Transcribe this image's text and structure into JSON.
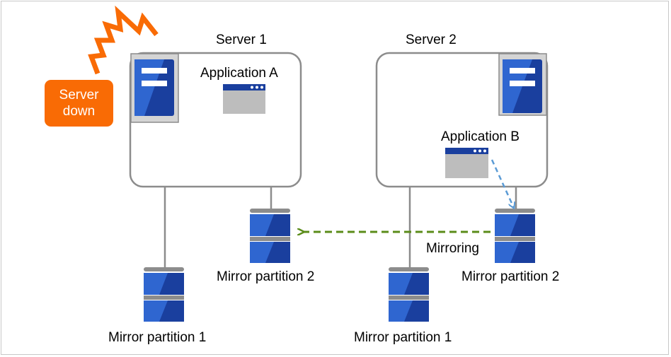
{
  "servers": {
    "server1": {
      "title": "Server 1",
      "app_label": "Application A"
    },
    "server2": {
      "title": "Server 2",
      "app_label": "Application B"
    }
  },
  "alert": {
    "line1": "Server",
    "line2": "down"
  },
  "disks": {
    "s1_mirror1": "Mirror partition 1",
    "s1_mirror2": "Mirror partition 2",
    "s2_mirror1": "Mirror partition 1",
    "s2_mirror2": "Mirror partition 2"
  },
  "flow": {
    "mirroring_label": "Mirroring"
  },
  "colors": {
    "server_blue": "#1a3f9e",
    "server_blue_light": "#2f66d0",
    "alert_orange": "#f96b05",
    "mirroring_arrow": "#5b8c1a",
    "write_arrow": "#5b9bd5",
    "line_gray": "#8c8c8c"
  }
}
